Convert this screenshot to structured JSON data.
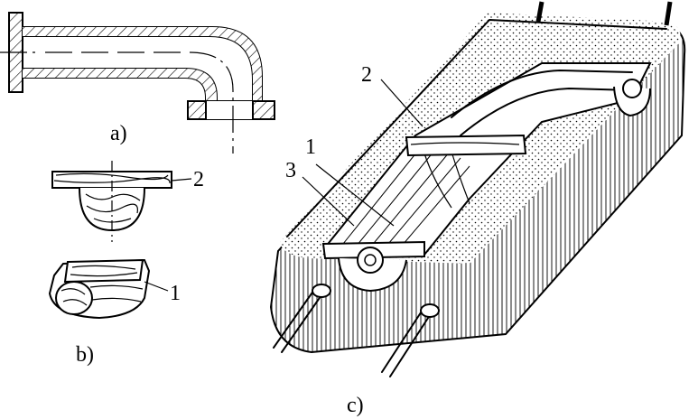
{
  "labels": {
    "a": "a)",
    "b": "b)",
    "c": "c)",
    "n1_b": "1",
    "n2_b": "2",
    "n1_c": "1",
    "n2_c": "2",
    "n3_c": "3"
  }
}
